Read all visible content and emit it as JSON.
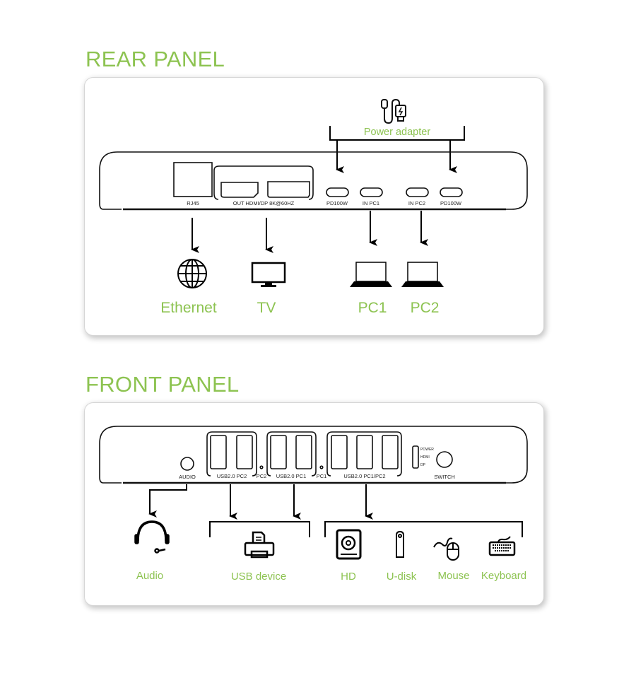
{
  "accent_color": "#8dc351",
  "rear_panel": {
    "title": "REAR PANEL",
    "power_adapter": {
      "label": "Power adapter",
      "icon": "usb-c-charger-cable-icon"
    },
    "ports": {
      "rj45": "RJ45",
      "out_hdmi_dp": "OUT HDMI/DP 8K@60HZ",
      "pd100w_left": "PD100W",
      "in_pc1": "IN PC1",
      "in_pc2": "IN PC2",
      "pd100w_right": "PD100W"
    },
    "devices": [
      {
        "label": "Ethernet",
        "icon": "globe-icon"
      },
      {
        "label": "TV",
        "icon": "monitor-icon"
      },
      {
        "label": "PC1",
        "icon": "laptop-icon"
      },
      {
        "label": "PC2",
        "icon": "laptop-icon"
      }
    ]
  },
  "front_panel": {
    "title": "FRONT PANEL",
    "ports": {
      "audio": "AUDIO",
      "usb_pc2": "USB2.0 PC2",
      "led_pc2": "PC2",
      "usb_pc1": "USB2.0 PC1",
      "led_pc1": "PC1",
      "usb_shared": "USB2.0 PC1/PC2",
      "ind_power": "POWER",
      "ind_hdmi": "HDMI",
      "ind_dp": "DP",
      "switch": "SWITCH"
    },
    "devices": [
      {
        "label": "Audio",
        "icon": "headset-icon"
      },
      {
        "label": "USB device",
        "icon": "printer-icon"
      },
      {
        "label": "HD",
        "icon": "hard-drive-icon"
      },
      {
        "label": "U-disk",
        "icon": "usb-stick-icon"
      },
      {
        "label": "Mouse",
        "icon": "mouse-icon"
      },
      {
        "label": "Keyboard",
        "icon": "keyboard-icon"
      }
    ]
  }
}
